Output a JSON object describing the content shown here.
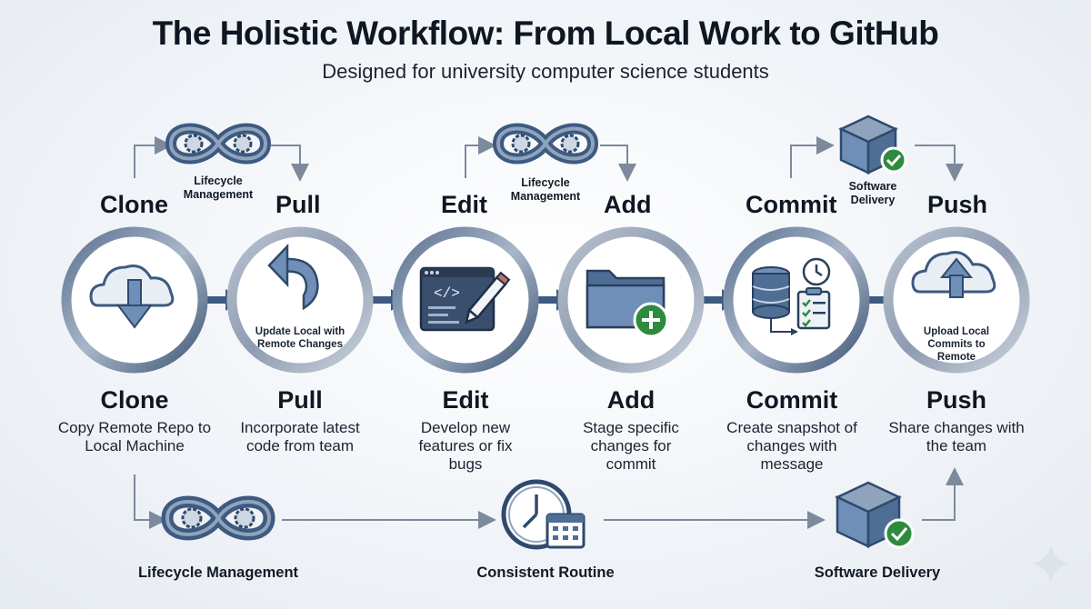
{
  "title": "The Holistic Workflow: From Local Work to GitHub",
  "subtitle": "Designed for university computer science students",
  "steps": [
    {
      "label": "Clone",
      "description": "Copy Remote Repo to Local Machine",
      "icon": "cloud-download-icon",
      "inner_text": ""
    },
    {
      "label": "Pull",
      "description": "Incorporate latest code from team",
      "icon": "curved-arrow-icon",
      "inner_text": "Update Local with Remote Changes"
    },
    {
      "label": "Edit",
      "description": "Develop new features or fix bugs",
      "icon": "code-editor-icon",
      "inner_text": ""
    },
    {
      "label": "Add",
      "description": "Stage specific changes for commit",
      "icon": "folder-add-icon",
      "inner_text": ""
    },
    {
      "label": "Commit",
      "description": "Create snapshot of changes with message",
      "icon": "database-snapshot-icon",
      "inner_text": ""
    },
    {
      "label": "Push",
      "description": "Share changes with the team",
      "icon": "cloud-upload-icon",
      "inner_text": "Upload Local Commits to Remote"
    }
  ],
  "top_groups": [
    {
      "caption": "Lifecycle Management",
      "icon": "infinity-gears-icon"
    },
    {
      "caption": "Lifecycle Management",
      "icon": "infinity-gears-icon"
    },
    {
      "caption": "Software Delivery",
      "icon": "package-check-icon"
    }
  ],
  "bottom_flow": [
    {
      "caption": "Lifecycle Management",
      "icon": "infinity-gears-icon"
    },
    {
      "caption": "Consistent Routine",
      "icon": "clock-calendar-icon"
    },
    {
      "caption": "Software Delivery",
      "icon": "package-check-icon"
    }
  ],
  "colors": {
    "primary": "#3d5a80",
    "ring": "#8a9cb5",
    "accent_green": "#2e8b3e",
    "text": "#111a26"
  }
}
